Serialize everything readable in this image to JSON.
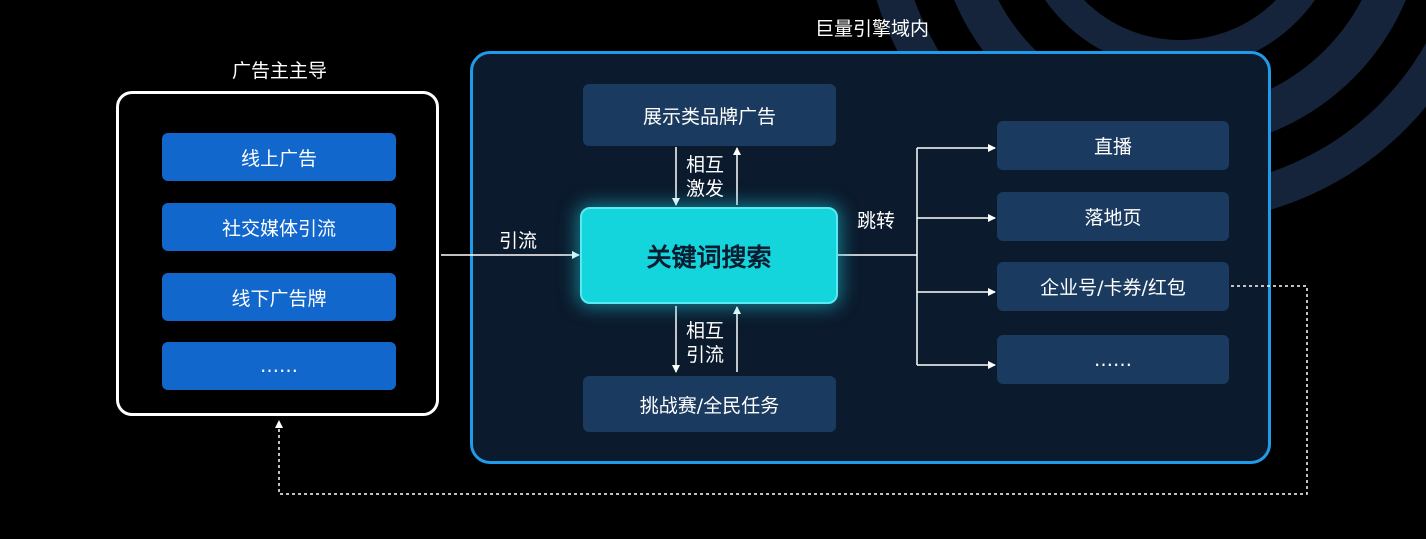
{
  "colors": {
    "background": "#000000",
    "domain_border": "#1f9bea",
    "domain_fill": "#0b1a2c",
    "source_chip": "#1267cc",
    "dark_chip": "#1b3a5f",
    "center_node": "#14d4dc",
    "decor_arc": "#15243a"
  },
  "advertiser": {
    "heading": "广告主主导",
    "items": [
      "线上广告",
      "社交媒体引流",
      "线下广告牌",
      "……"
    ]
  },
  "domain": {
    "heading": "巨量引擎域内",
    "top_node": "展示类品牌广告",
    "top_link": [
      "相互",
      "激发"
    ],
    "center_node": "关键词搜索",
    "bottom_link": [
      "相互",
      "引流"
    ],
    "bottom_node": "挑战赛/全民任务",
    "jump_label": "跳转",
    "targets": [
      "直播",
      "落地页",
      "企业号/卡券/红包",
      "……"
    ]
  },
  "inflow_label": "引流"
}
